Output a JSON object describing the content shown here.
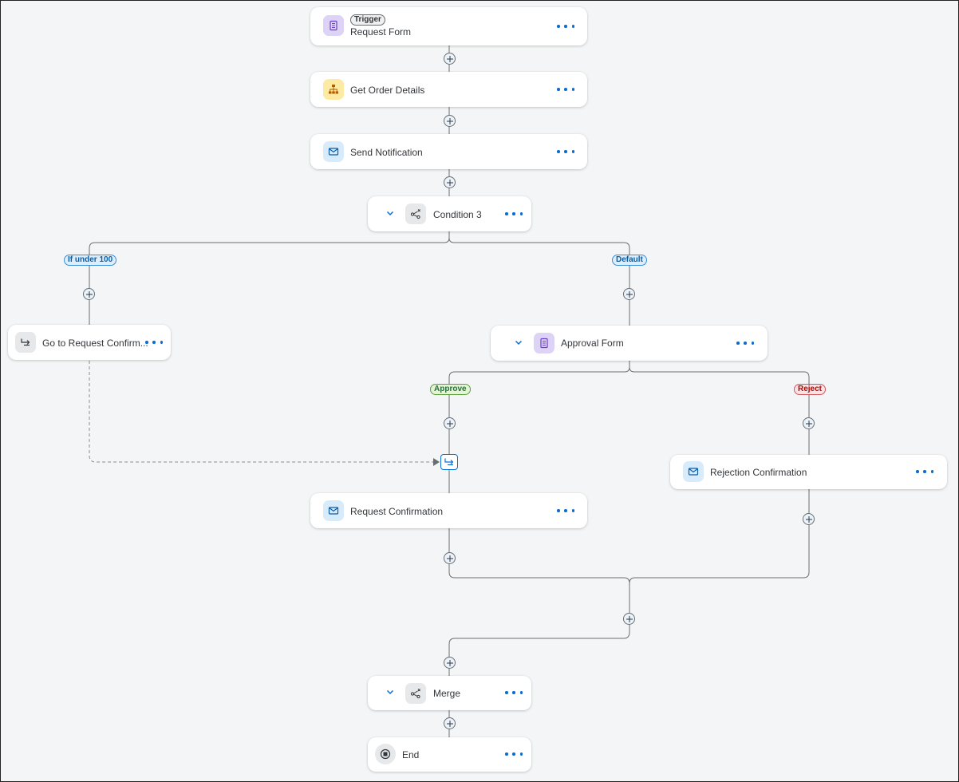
{
  "nodes": {
    "request_form": {
      "badge": "Trigger",
      "label": "Request Form"
    },
    "get_order_details": {
      "label": "Get Order Details"
    },
    "send_notification": {
      "label": "Send Notification"
    },
    "condition3": {
      "label": "Condition 3"
    },
    "goto_request_confirmation": {
      "label": "Go to Request Confirm..."
    },
    "approval_form": {
      "label": "Approval Form"
    },
    "request_confirmation": {
      "label": "Request Confirmation"
    },
    "rejection_confirmation": {
      "label": "Rejection Confirmation"
    },
    "merge": {
      "label": "Merge"
    },
    "end": {
      "label": "End"
    }
  },
  "branches": {
    "if_under_100": "If under 100",
    "default": "Default",
    "approve": "Approve",
    "reject": "Reject"
  },
  "colors": {
    "accent": "#0a6ed1",
    "line": "#6a6d70",
    "trigger_icon_bg": "#ddd3f7",
    "action_icon_bg": "#fdeaa3",
    "mail_icon_bg": "#d7ebfb"
  },
  "icons": {
    "request_form": "form-icon",
    "get_order_details": "hierarchy-icon",
    "send_notification": "mail-icon",
    "condition3": "condition-icon",
    "goto": "goto-icon",
    "approval_form": "form-icon",
    "request_confirmation": "mail-icon",
    "rejection_confirmation": "mail-icon",
    "merge": "condition-icon",
    "end": "stop-icon"
  }
}
